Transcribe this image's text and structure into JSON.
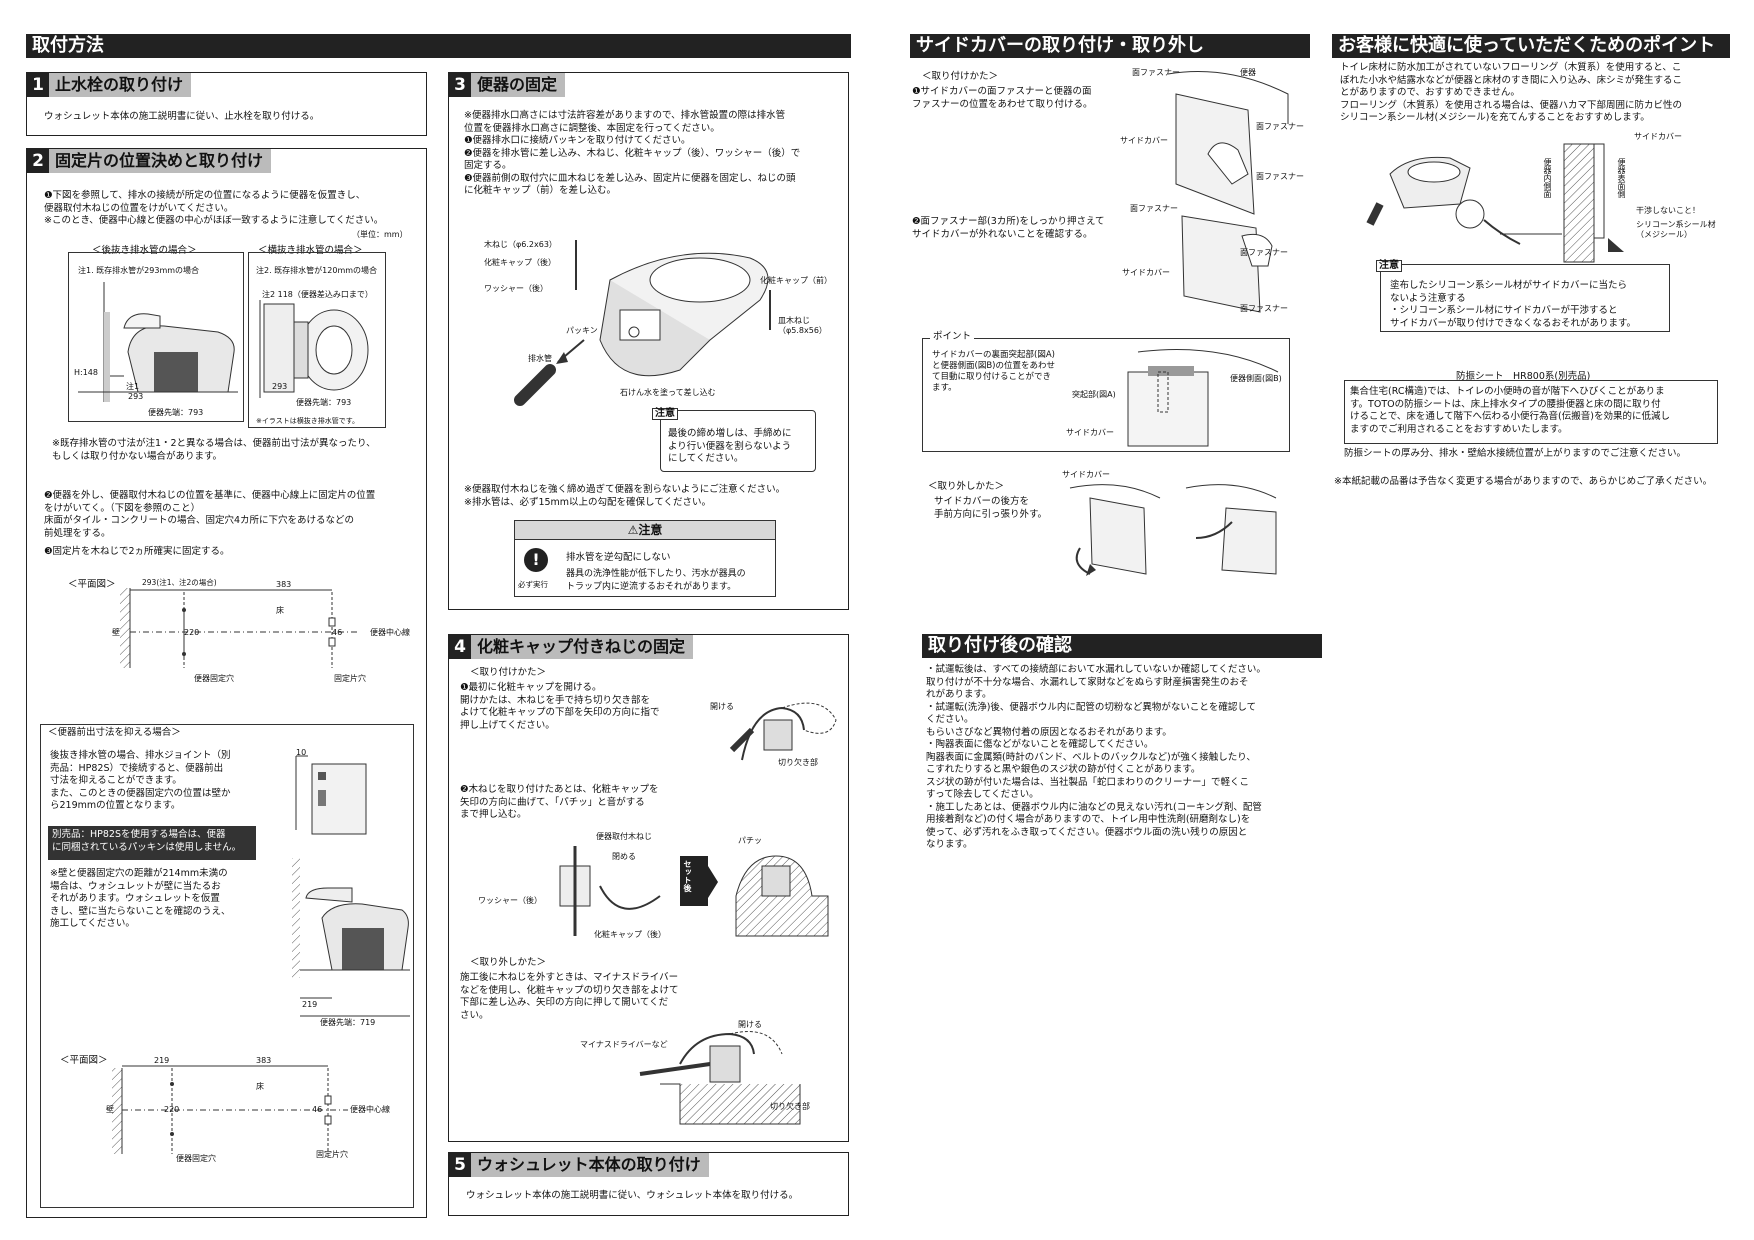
{
  "page": {
    "main_title": "取付方法",
    "side_cover_title": "サイドカバーの取り付け・取り外し",
    "comfort_title": "お客様に快適に使っていただくためのポイント",
    "check_title": "取り付け後の確認"
  },
  "sec1": {
    "num": "1",
    "title": "止水栓の取り付け",
    "text": "ウォシュレット本体の施工説明書に従い、止水栓を取り付ける。"
  },
  "sec2": {
    "num": "2",
    "title": "固定片の位置決めと取り付け",
    "step1": "❶下図を参照して、排水の接続が所定の位置になるように便器を仮置きし、\n便器取付木ねじの位置をけがいてください。\n※このとき、便器中心線と便器の中心がほぼ一致するように注意してください。",
    "unit": "（単位：mm）",
    "fig_left_title": "＜後抜き排水管の場合＞",
    "fig_right_title": "＜横抜き排水管の場合＞",
    "fig_left_note": "注1. 既存排水管が293mmの場合",
    "fig_right_note": "注2. 既存排水管が120mmの場合",
    "fig_right_note2": "注2 118（便器差込み口まで）",
    "dim_h148": "H:148",
    "dim_note1": "注1",
    "dim_293": "293",
    "dim_793": "便器先端：793",
    "illust_note": "※イラストは横抜き排水管です。",
    "note_diff": "※既存排水管の寸法が注1・2と異なる場合は、便器前出寸法が異なったり、\nもしくは取り付かない場合があります。",
    "step2": "❷便器を外し、便器取付木ねじの位置を基準に、便器中心線上に固定片の位置\nをけがいてく。（下図を参照のこと）\n床面がタイル・コンクリートの場合、固定穴4カ所に下穴をあけるなどの\n前処理をする。",
    "step3": "❸固定片を木ねじで2ヵ所確実に固定する。",
    "plan_label": "＜平面図＞",
    "plan_293": "293(注1、注2の場合)",
    "plan_383": "383",
    "plan_floor": "床",
    "plan_wall": "壁",
    "plan_220": "220",
    "plan_46": "46",
    "plan_center": "便器中心線",
    "plan_fixhole": "便器固定穴",
    "plan_piecehole": "固定片穴",
    "sub_title": "＜便器前出寸法を抑える場合＞",
    "sub_text": "後抜き排水管の場合、排水ジョイント（別\n売品：HP82S）で接続すると、便器前出\n寸法を抑えることができます。\nまた、このときの便器固定穴の位置は壁か\nら219mmの位置となります。",
    "sub_dark": "別売品：HP82Sを使用する場合は、便器\nに同梱されているパッキンは使用しません。",
    "sub_note": "※壁と便器固定穴の距離が214mm未満の\n場合は、ウォシュレットが壁に当たるお\nそれがあります。ウォシュレットを仮置\nきし、壁に当たらないことを確認のうえ、\n施工してください。",
    "sub_10": "10",
    "sub_219": "219",
    "sub_719": "便器先端：719",
    "plan2_219": "219",
    "plan2_383": "383"
  },
  "sec3": {
    "num": "3",
    "title": "便器の固定",
    "text": "※便器排水口高さには寸法許容差がありますので、排水管設置の際は排水管\n位置を便器排水口高さに調整後、本固定を行ってください。\n❶便器排水口に接続パッキンを取り付けてください。\n❷便器を排水管に差し込み、木ねじ、化粧キャップ（後）、ワッシャー（後）で\n固定する。\n❸便器前側の取付穴に皿木ねじを差し込み、固定片に便器を固定し、ねじの頭\nに化粧キャップ（前）を差し込む。",
    "lbl_screw": "木ねじ（φ6.2x63）",
    "lbl_cap_back": "化粧キャップ（後）",
    "lbl_washer": "ワッシャー（後）",
    "lbl_packing": "パッキン",
    "lbl_pipe": "排水管",
    "lbl_cap_front": "化粧キャップ（前）",
    "lbl_flat": "皿木ねじ\n（φ5.8x56）",
    "lbl_soap": "石けん水を塗って差し込む",
    "caution_text": "最後の締め増しは、手締めに\nより行い便器を割らないよう\nにしてください。",
    "notes": "※便器取付木ねじを強く締め過ぎて便器を割らないようにご注意ください。\n※排水管は、必ず15mm以上の勾配を確保してください。",
    "warn_title": "⚠注意",
    "warn_must": "必ず実行",
    "warn_line1": "排水管を逆勾配にしない",
    "warn_line2": "器具の洗浄性能が低下したり、汚水が器具の\nトラップ内に逆流するおそれがあります。"
  },
  "sec4": {
    "num": "4",
    "title": "化粧キャップ付きねじの固定",
    "attach_label": "＜取り付けかた＞",
    "step1": "❶最初に化粧キャップを開ける。\n開けかたは、木ねじを手で持ち切り欠き部を\nよけて化粧キャップの下部を矢印の方向に指で\n押し上げてください。",
    "lbl_open": "開ける",
    "lbl_notch": "切り欠き部",
    "step2": "❷木ねじを取り付けたあとは、化粧キャップを\n矢印の方向に曲げて、「パチッ」と音がする\nまで押し込む。",
    "lbl_wood": "便器取付木ねじ",
    "lbl_close": "閉める",
    "lbl_washer": "ワッシャー（後）",
    "lbl_cap": "化粧キャップ（後）",
    "lbl_set": "セット後",
    "lbl_pachi": "パチッ",
    "remove_label": "＜取り外しかた＞",
    "remove_text": "施工後に木ねじを外すときは、マイナスドライバー\nなどを使用し、化粧キャップの切り欠き部をよけて\n下部に差し込み、矢印の方向に押して開いてくだ\nさい。",
    "lbl_driver": "マイナスドライバーなど",
    "lbl_open2": "開ける",
    "lbl_notch2": "切り欠き部"
  },
  "sec5": {
    "num": "5",
    "title": "ウォシュレット本体の取り付け",
    "text": "ウォシュレット本体の施工説明書に従い、ウォシュレット本体を取り付ける。"
  },
  "side": {
    "attach_label": "＜取り付けかた＞",
    "step1": "❶サイドカバーの面ファスナーと便器の面\nファスナーの位置をあわせて取り付ける。",
    "lbl_fastener": "面ファスナー",
    "lbl_toilet": "便器",
    "lbl_cover": "サイドカバー",
    "step2": "❷面ファスナー部(3カ所)をしっかり押さえて\nサイドカバーが外れないことを確認する。",
    "point_label": "ポイント",
    "point_text": "サイドカバーの裏面突起部(図A)\nと便器側面(図B)の位置をあわせ\nて目動に取り付けることができ\nます。",
    "lbl_protA": "突起部(図A)",
    "lbl_sideB": "便器側面(図B)",
    "remove_label": "＜取り外しかた＞",
    "remove_text": "サイドカバーの後方を\n手前方向に引っ張り外す。"
  },
  "comfort": {
    "text": "トイレ床材に防水加工がされていないフローリング（木質系）を使用すると、こ\nぼれた小水や結露水などが便器と床材のすき間に入り込み、床シミが発生するこ\nとがありますので、おすすめできません。\nフローリング（木質系）を使用される場合は、便器ハカマ下部周囲に防カビ性の\nシリコーン系シール材(メジシール)を充てんすることをおすすめします。",
    "lbl_cover": "サイドカバー",
    "lbl_inner": "便器内側面",
    "lbl_outer": "便器表面側",
    "lbl_nointerfere": "干渉しないこと！",
    "lbl_seal": "シリコーン系シール材\n（メジシール）",
    "caution_text": "塗布したシリコーン系シール材がサイドカバーに当たら\nないよう注意する\n・シリコーン系シール材にサイドカバーが干渉すると\nサイドカバーが取り付けできなくなるおそれがあります。",
    "mat_title": "防振シート　HR800系(別売品)",
    "mat_text": "集合住宅(RC構造)では、トイレの小便時の音が階下へひびくことがありま\nす。TOTOの防振シートは、床上排水タイプの腰掛便器と床の間に取り付\nけることで、床を通して階下へ伝わる小便行為音(伝搬音)を効果的に低減し\nますのでご利用されることをおすすめいたします。",
    "mat_note": "防振シートの厚み分、排水・壁給水接続位置が上がりますのでご注意ください。",
    "footnote": "※本紙記載の品番は予告なく変更する場合がありますので、あらかじめご了承ください。"
  },
  "check": {
    "text": "・試運転後は、すべての接続部において水漏れしていないか確認してください。\n取り付けが不十分な場合、水漏れして家財などをぬらす財産損害発生のおそ\nれがあります。\n・試運転(洗浄)後、便器ボウル内に配管の切粉など異物がないことを確認して\nください。\nもらいさびなど異物付着の原因となるおそれがあります。\n・陶器表面に傷などがないことを確認してください。\n陶器表面に金属類(時計のバンド、ベルトのバックルなど)が強く接触したり、\nこすれたりすると黒や銀色のスジ状の跡が付くことがあります。\nスジ状の跡が付いた場合は、当社製品「蛇口まわりのクリーナー」で軽くこ\nすって除去してください。\n・施工したあとは、便器ボウル内に油などの見えない汚れ(コーキング剤、配管\n用接着剤など)の付く場合がありますので、トイレ用中性洗剤(研磨剤なし)を\n使って、必ず汚れをふき取ってください。便器ボウル面の洗い残りの原因と\nなります。"
  },
  "colors": {
    "header_bg": "#222222",
    "label_bg": "#bbbbbb",
    "dark_note": "#333333"
  }
}
